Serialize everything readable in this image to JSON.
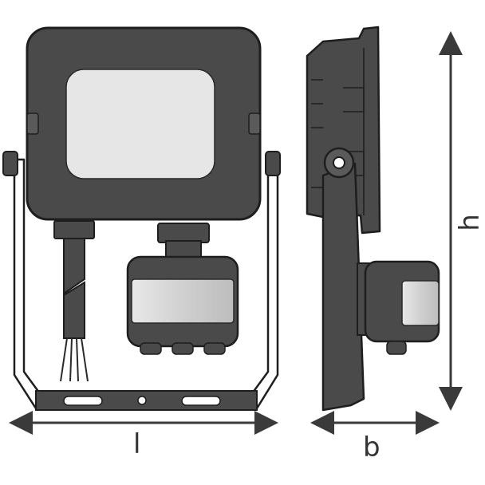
{
  "dimensions": {
    "length_label": "l",
    "width_label": "b",
    "height_label": "h"
  },
  "colors": {
    "body": "#4a4a4a",
    "body_stroke": "#1e1e1e",
    "lens": "#e6e6e6",
    "sensor_window": "#d2d2d2",
    "bracket": "#ffffff",
    "dimension_line": "#3a3a3a"
  }
}
